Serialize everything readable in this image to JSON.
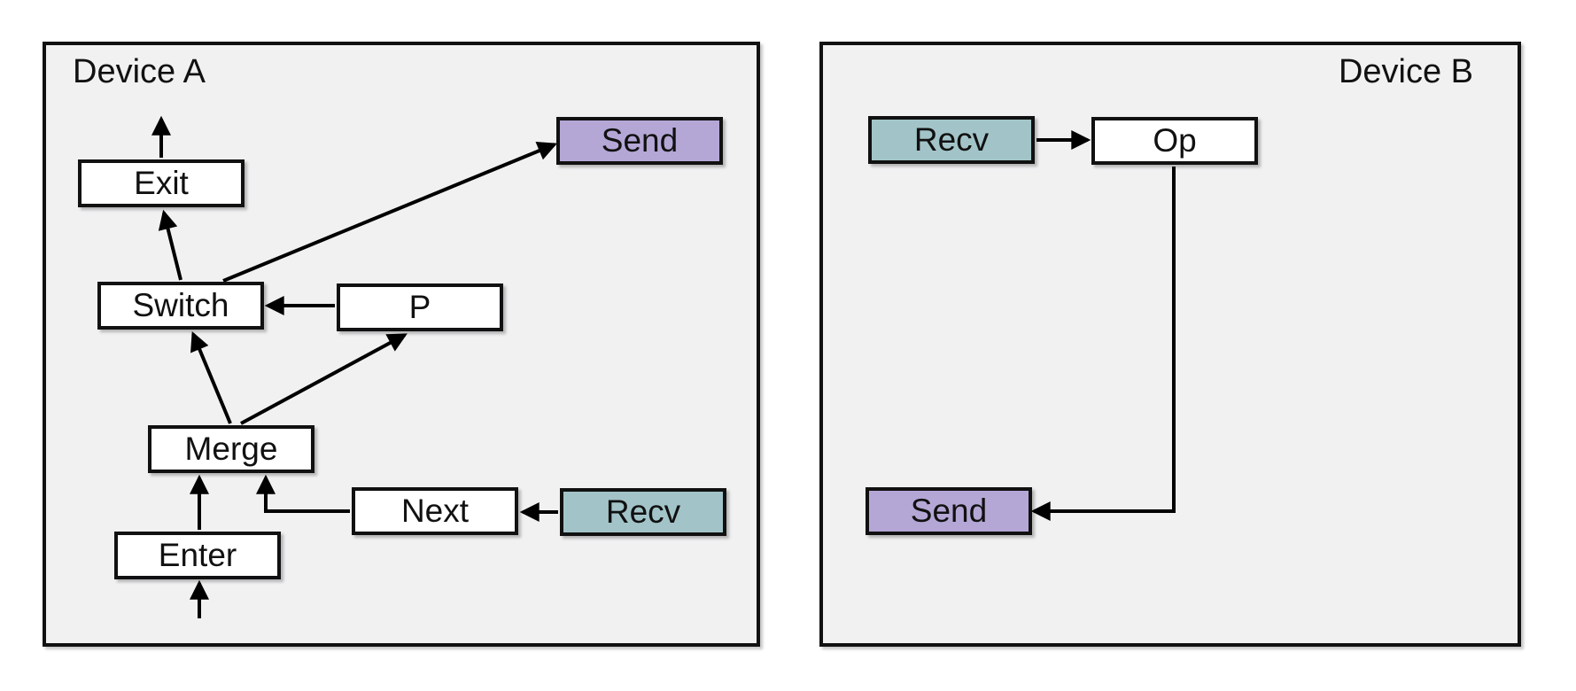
{
  "devices": [
    {
      "label": "Device A",
      "nodes": [
        {
          "id": "exit",
          "label": "Exit",
          "type": "op"
        },
        {
          "id": "send",
          "label": "Send",
          "type": "send"
        },
        {
          "id": "switch",
          "label": "Switch",
          "type": "op"
        },
        {
          "id": "p",
          "label": "P",
          "type": "op"
        },
        {
          "id": "merge",
          "label": "Merge",
          "type": "op"
        },
        {
          "id": "next",
          "label": "Next",
          "type": "op"
        },
        {
          "id": "recv",
          "label": "Recv",
          "type": "recv"
        },
        {
          "id": "enter",
          "label": "Enter",
          "type": "op"
        }
      ],
      "edges": [
        {
          "from": "external",
          "to": "Enter"
        },
        {
          "from": "Enter",
          "to": "Merge"
        },
        {
          "from": "Recv",
          "to": "Next"
        },
        {
          "from": "Next",
          "to": "Merge"
        },
        {
          "from": "Merge",
          "to": "Switch"
        },
        {
          "from": "Merge",
          "to": "P"
        },
        {
          "from": "P",
          "to": "Switch"
        },
        {
          "from": "Switch",
          "to": "Exit"
        },
        {
          "from": "Switch",
          "to": "Send"
        },
        {
          "from": "Exit",
          "to": "external"
        }
      ]
    },
    {
      "label": "Device B",
      "nodes": [
        {
          "id": "recv",
          "label": "Recv",
          "type": "recv"
        },
        {
          "id": "op",
          "label": "Op",
          "type": "op"
        },
        {
          "id": "send",
          "label": "Send",
          "type": "send"
        }
      ],
      "edges": [
        {
          "from": "Recv",
          "to": "Op"
        },
        {
          "from": "Op",
          "to": "Send"
        }
      ]
    }
  ],
  "colors": {
    "send_fill": "#b4a7d6",
    "recv_fill": "#a2c4c9",
    "node_fill": "#ffffff",
    "device_fill": "#f1f1f2",
    "line": "#000000"
  }
}
